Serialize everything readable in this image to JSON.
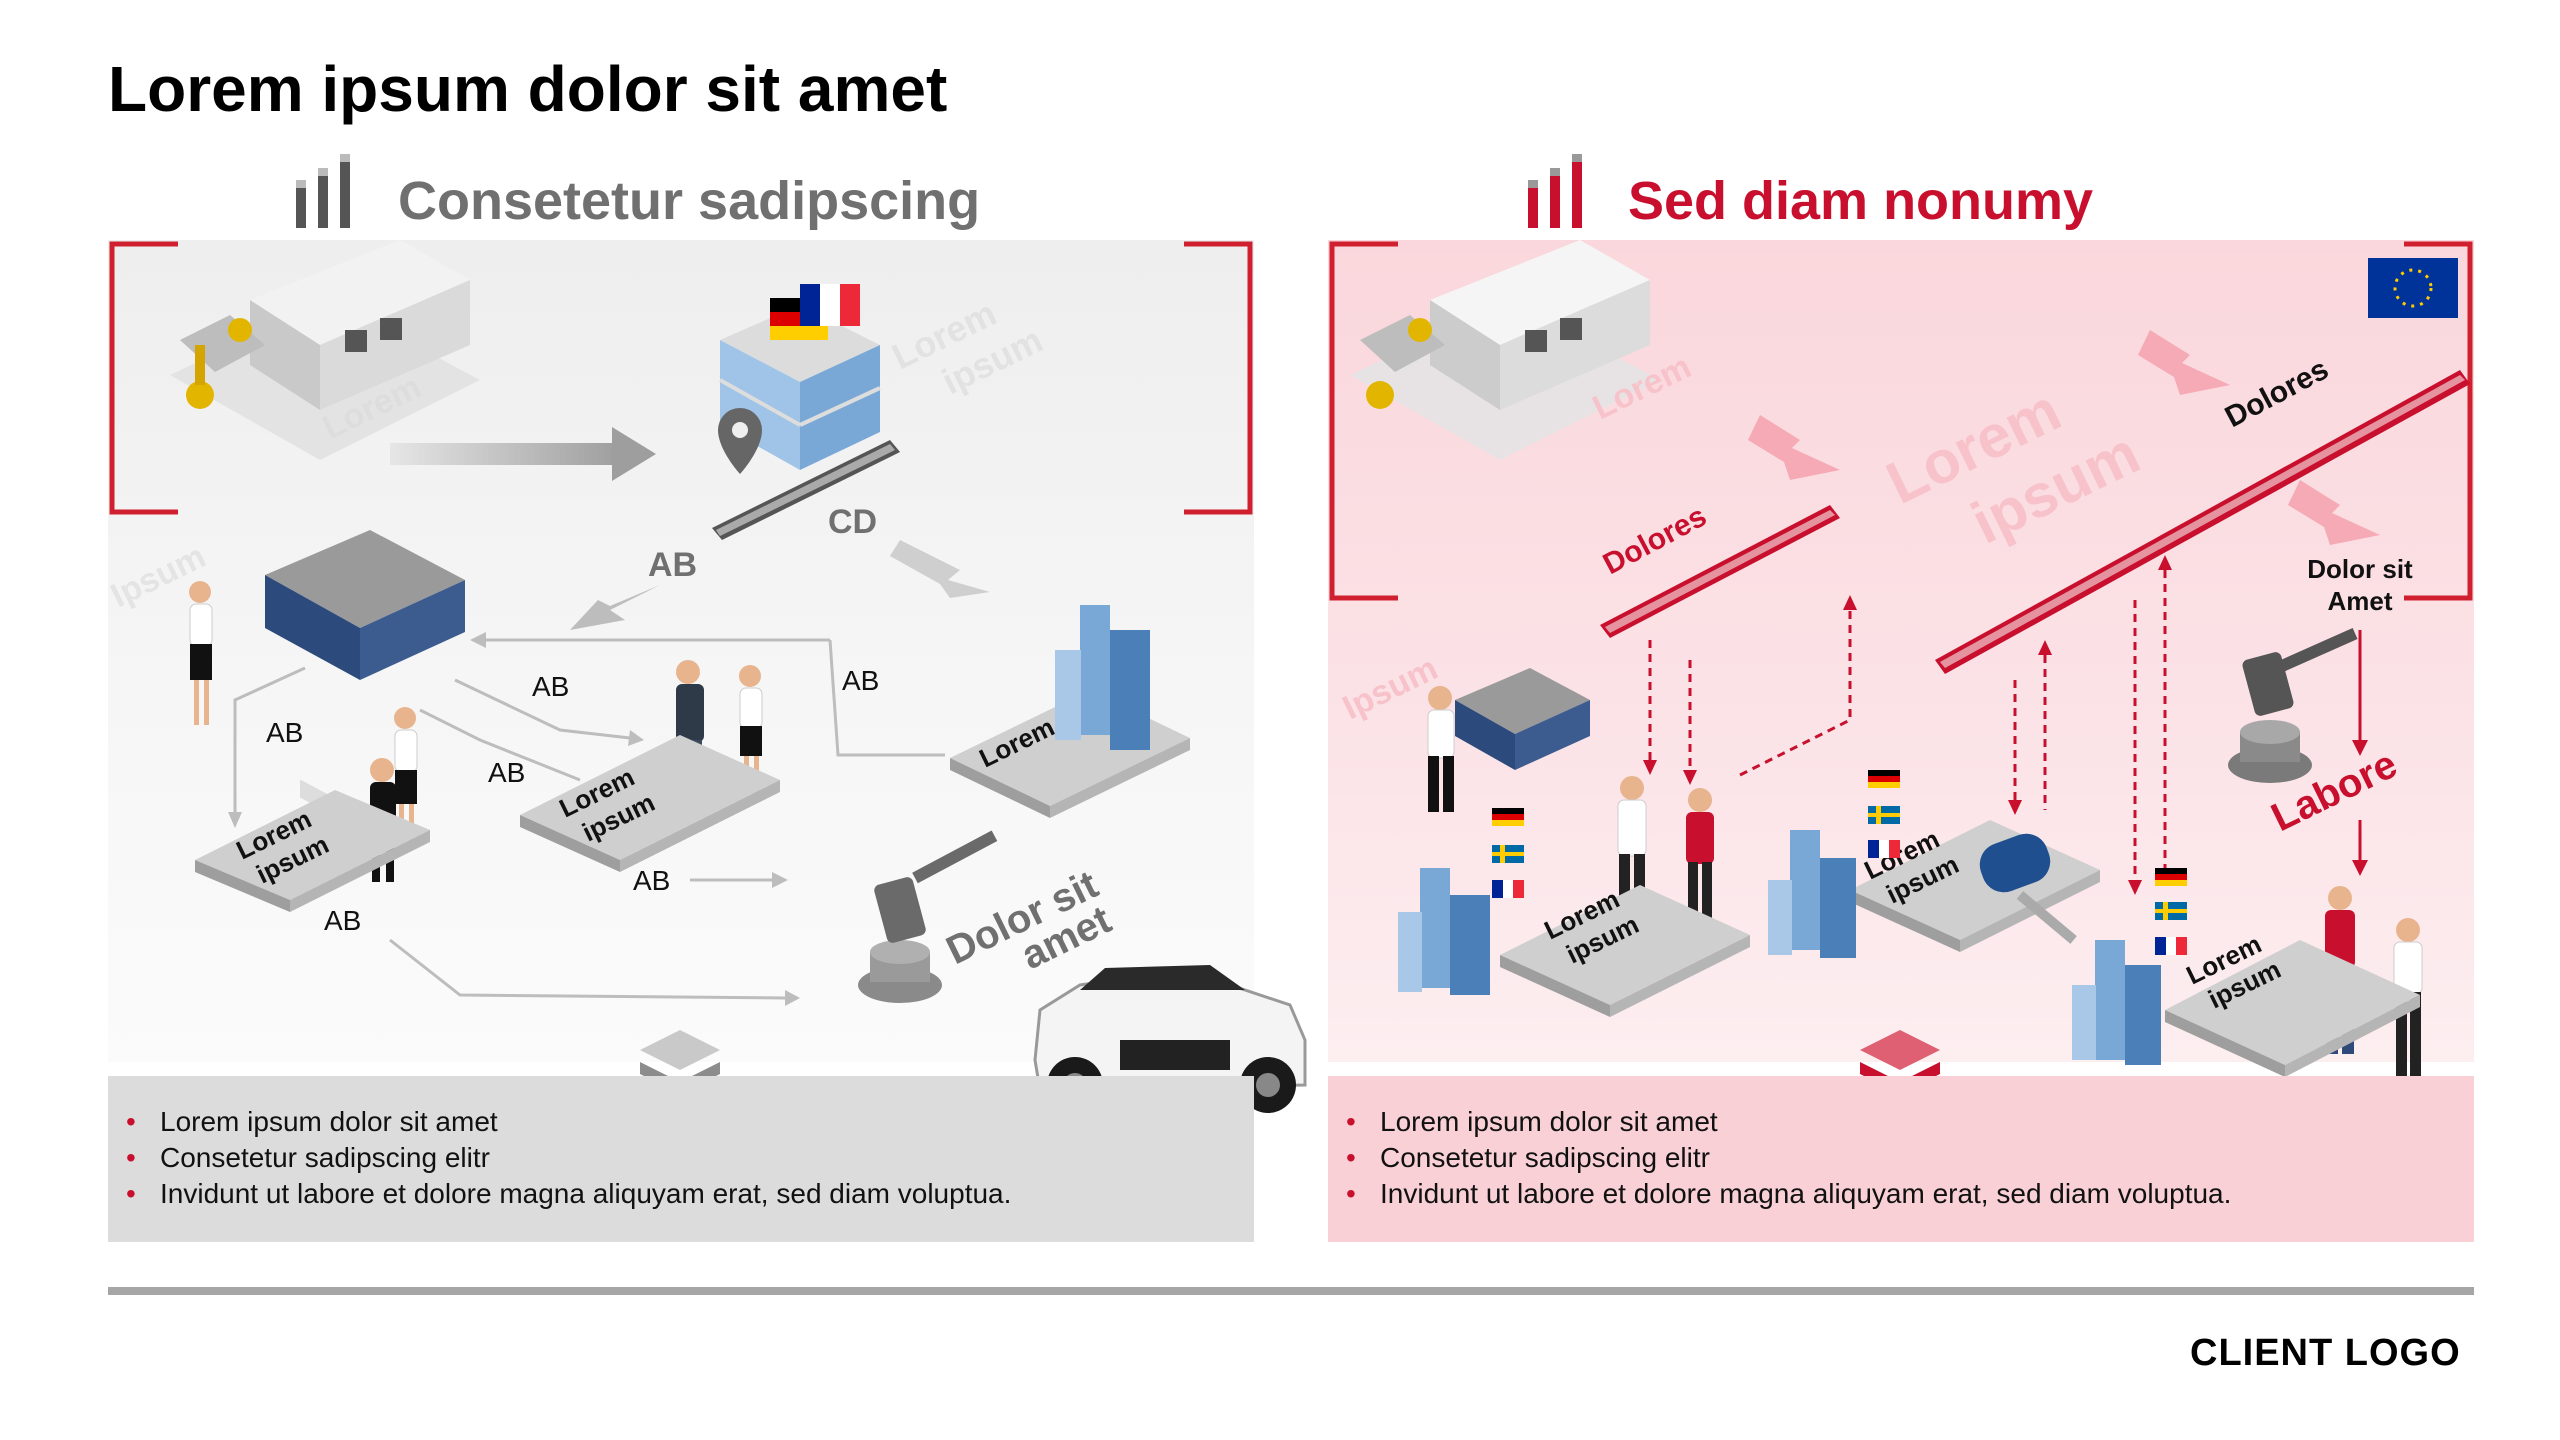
{
  "title": "Lorem ipsum dolor sit amet",
  "left_panel": {
    "title": "Consetetur sadipscing",
    "watermarks": [
      "Lorem",
      "Lorem",
      "ipsum",
      "Ipsum"
    ],
    "labels": {
      "cd": "CD",
      "ab_bold": "AB",
      "ab1": "AB",
      "ab2": "AB",
      "ab3": "AB",
      "ab4": "AB",
      "ab5": "AB",
      "ab6": "AB",
      "platform1_line1": "Lorem",
      "platform1_line2": "ipsum",
      "platform2_line1": "Lorem",
      "platform2_line2": "ipsum",
      "platform3": "Lorem",
      "dolor_line1": "Dolor sit",
      "dolor_line2": "amet"
    },
    "bullets": [
      "Lorem ipsum dolor sit amet",
      "Consetetur sadipscing elitr",
      "Invidunt ut labore et dolore magna aliquyam erat, sed diam voluptua."
    ]
  },
  "right_panel": {
    "title": "Sed diam nonumy",
    "watermarks": [
      "Lorem",
      "Lorem",
      "ipsum",
      "Ipsum"
    ],
    "labels": {
      "dolores1": "Dolores",
      "dolores2": "Dolores",
      "dolor_sit": "Dolor sit",
      "amet": "Amet",
      "labore": "Labore",
      "platform1_line1": "Lorem",
      "platform1_line2": "ipsum",
      "platform2_line1": "Lorem",
      "platform2_line2": "ipsum",
      "platform3_line1": "Lorem",
      "platform3_line2": "ipsum"
    },
    "bullets": [
      "Lorem ipsum dolor sit amet",
      "Consetetur sadipscing elitr",
      "Invidunt ut labore et dolore magna aliquyam erat, sed diam voluptua."
    ]
  },
  "footer": {
    "client_logo": "CLIENT LOGO"
  },
  "colors": {
    "accent": "#c8102e",
    "gray": "#707070",
    "left_box": "#dcdcdc",
    "right_box": "#f9d0d6"
  }
}
